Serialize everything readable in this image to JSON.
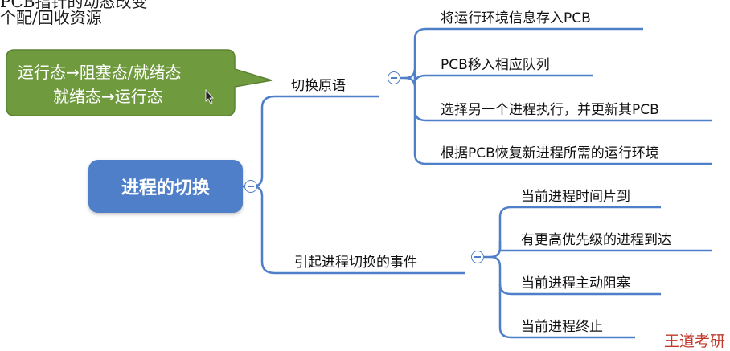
{
  "top_text": {
    "line1": "PCB指针的动态改变",
    "line2": "个配/回收资源"
  },
  "callout": {
    "line1": "运行态→阻塞态/就绪态",
    "line2": "就绪态→运行态",
    "color": "#6f9a3e"
  },
  "mindmap": {
    "root": "进程的切换",
    "branches": [
      {
        "label": "切换原语",
        "items": [
          "将运行环境信息存入PCB",
          "PCB移入相应队列",
          "选择另一个进程执行，并更新其PCB",
          "根据PCB恢复新进程所需的运行环境"
        ]
      },
      {
        "label": "引起进程切换的事件",
        "items": [
          "当前进程时间片到",
          "有更高优先级的进程到达",
          "当前进程主动阻塞",
          "当前进程终止"
        ]
      }
    ],
    "line_color": "#4f7fc8"
  },
  "watermark": "王道考研"
}
